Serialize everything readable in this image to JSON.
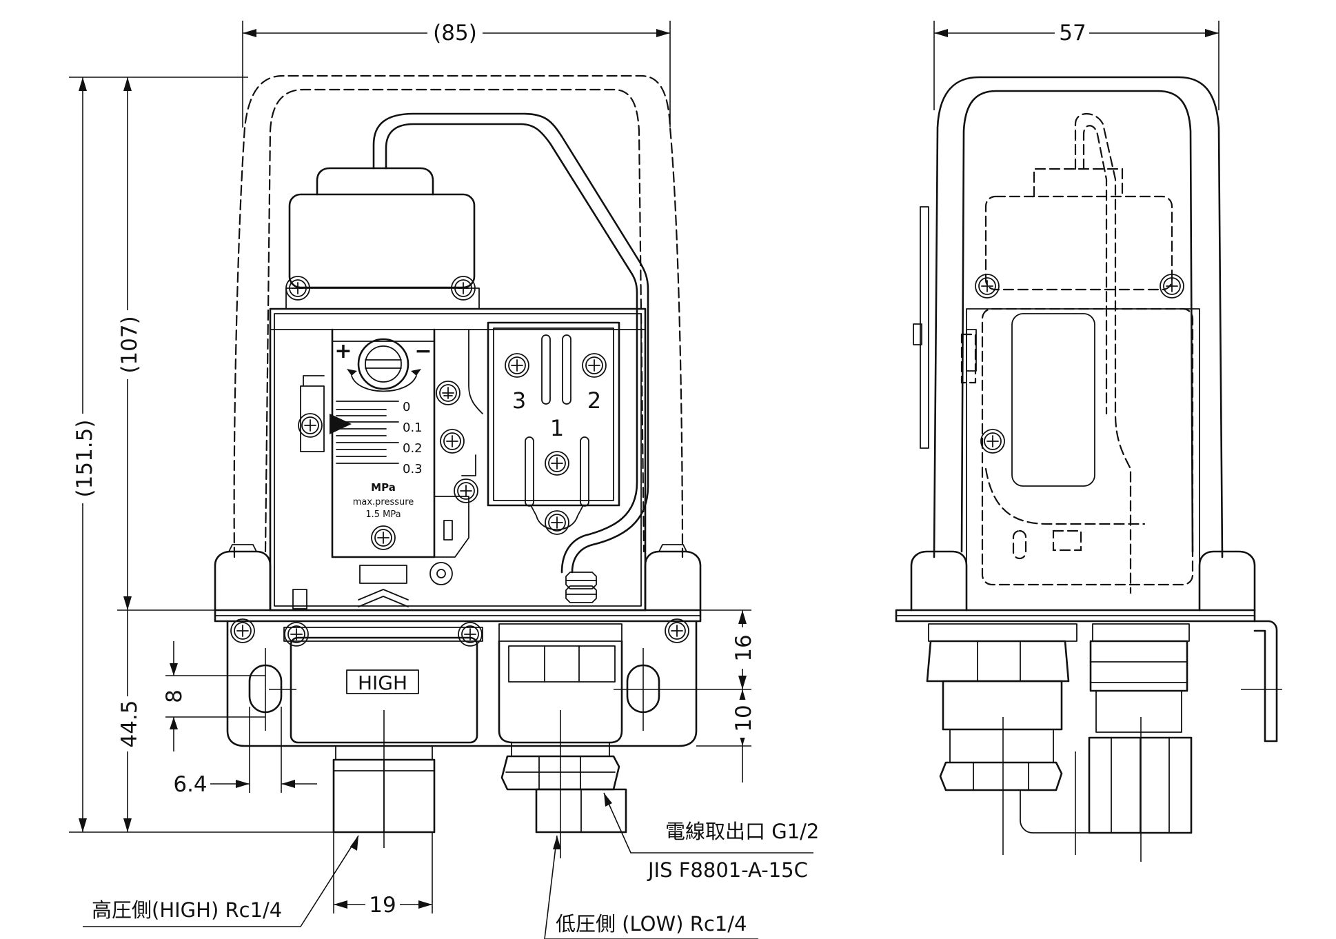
{
  "dimensions": {
    "front_width": "(85)",
    "side_width": "57",
    "total_height": "(151.5)",
    "upper_height": "(107)",
    "lower_height": "44.5",
    "hole_height": "8",
    "hole_offset": "6.4",
    "right_16": "16",
    "right_10": "10",
    "port_width": "19"
  },
  "labels": {
    "high_plate": "HIGH",
    "high_port": "高圧側(HIGH) Rc1/4",
    "low_port": "低圧側 (LOW) Rc1/4",
    "cable_outlet": "電線取出口 G1/2",
    "jis_spec": "JIS F8801-A-15C"
  },
  "scale_panel": {
    "plus": "+",
    "minus": "−",
    "ticks": [
      "0",
      "0.1",
      "0.2",
      "0.3"
    ],
    "unit": "MPa",
    "max_label": "max.pressure",
    "max_value": "1.5 MPa"
  },
  "terminals": {
    "t1": "1",
    "t2": "2",
    "t3": "3"
  }
}
